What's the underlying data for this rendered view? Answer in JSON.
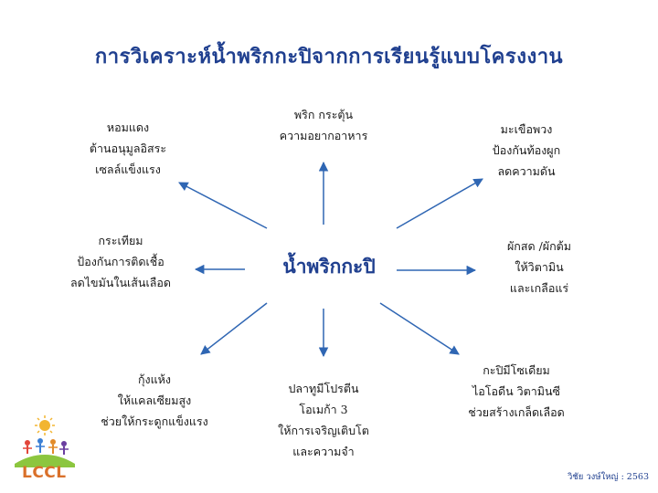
{
  "title": "การวิเคราะห์น้ำพริกกะปิจากการเรียนรู้แบบโครงงาน",
  "center": "น้ำพริกกะปิ",
  "nodes": {
    "top": [
      "พริก กระตุ้น",
      "ความอยากอาหาร"
    ],
    "top_left": [
      "หอมแดง",
      "ต้านอนุมูลอิสระ",
      "เซลล์แข็งแรง"
    ],
    "top_right": [
      "มะเขือพวง",
      "ป้องกันท้องผูก",
      "ลดความดัน"
    ],
    "left": [
      "กระเทียม",
      "ป้องกันการติดเชื้อ",
      "ลดไขมันในเส้นเลือด"
    ],
    "right": [
      "ผักสด /ผักต้ม",
      "ให้วิตามิน",
      "และเกลือแร่"
    ],
    "bottom_left": [
      "กุ้งแห้ง",
      "ให้แคลเซียมสูง",
      "ช่วยให้กระดูกแข็งแรง"
    ],
    "bottom": [
      "ปลาทูมีโปรตีน",
      "โอเมก้า 3",
      "ให้การเจริญเติบโต",
      "และความจำ"
    ],
    "bottom_right": [
      "กะปิมีโซเดียม",
      "ไอโอดีน วิตามินซี",
      "ช่วยสร้างเกล็ดเลือด"
    ]
  },
  "logo_text": "LCCL",
  "credit": "วิชัย วงษ์ใหญ่ : 2563",
  "colors": {
    "title": "#1f3f8f",
    "arrow": "#2f66b3",
    "logo": "#d9702a"
  }
}
